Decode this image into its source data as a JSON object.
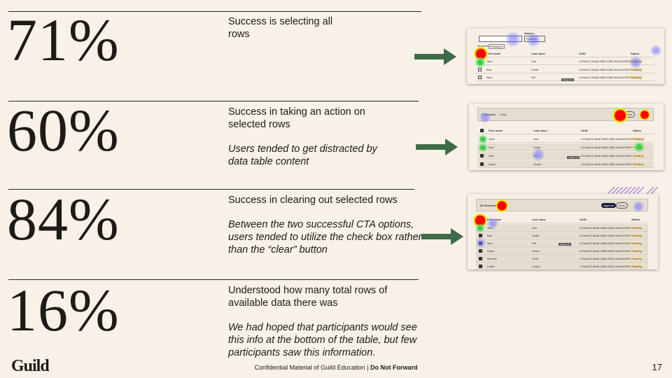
{
  "stats": [
    {
      "value": "71%",
      "headline": "Success is selecting all rows",
      "note": ""
    },
    {
      "value": "60%",
      "headline": "Success in taking an action on selected rows",
      "note": "Users tended to get distracted by data table content"
    },
    {
      "value": "84%",
      "headline": "Success in clearing out selected rows",
      "note": "Between the two successful CTA options, users tended to utilize the check box rather than the “clear” button"
    },
    {
      "value": "16%",
      "headline": "Understood how many total rows of available data there was",
      "note": "We had hoped that participants would see this info at the bottom of the table, but few participants saw this information."
    }
  ],
  "thumbs": {
    "headers": [
      "First name",
      "Last name",
      "UUID",
      "Status"
    ],
    "status": "Pending",
    "uuid": "a73ad101-86a8-4883-b288-1b8a1f13f99",
    "rows": [
      [
        "Jane",
        "Doe"
      ],
      [
        "Bob",
        "Smith"
      ],
      [
        "Alex",
        "Hill"
      ],
      [
        "Hazel",
        "Grace"
      ],
      [
        "Michael",
        "Scott"
      ],
      [
        "Leslie",
        "Knope"
      ]
    ],
    "t1": {
      "status_label": "Status*",
      "filter_value": "Pending",
      "results": "40 results",
      "chip": "Pending ✕",
      "tooltip": "Assign UX"
    },
    "t2": {
      "selected": "3 Selected",
      "clear": "Clear",
      "button": "Next",
      "tooltip": "Assign UX"
    },
    "t3": {
      "selected": "80 Selected",
      "approve": "Approve",
      "deny": "Deny",
      "tooltip": "Assign UX"
    }
  },
  "footer": {
    "logo": "Guild",
    "confidential": "Confidential Material of Guild Education | ",
    "dnf": "Do Not Forward",
    "page": "17"
  },
  "colors": {
    "arrow": "#3d6b47",
    "background": "#f8f1e8"
  }
}
